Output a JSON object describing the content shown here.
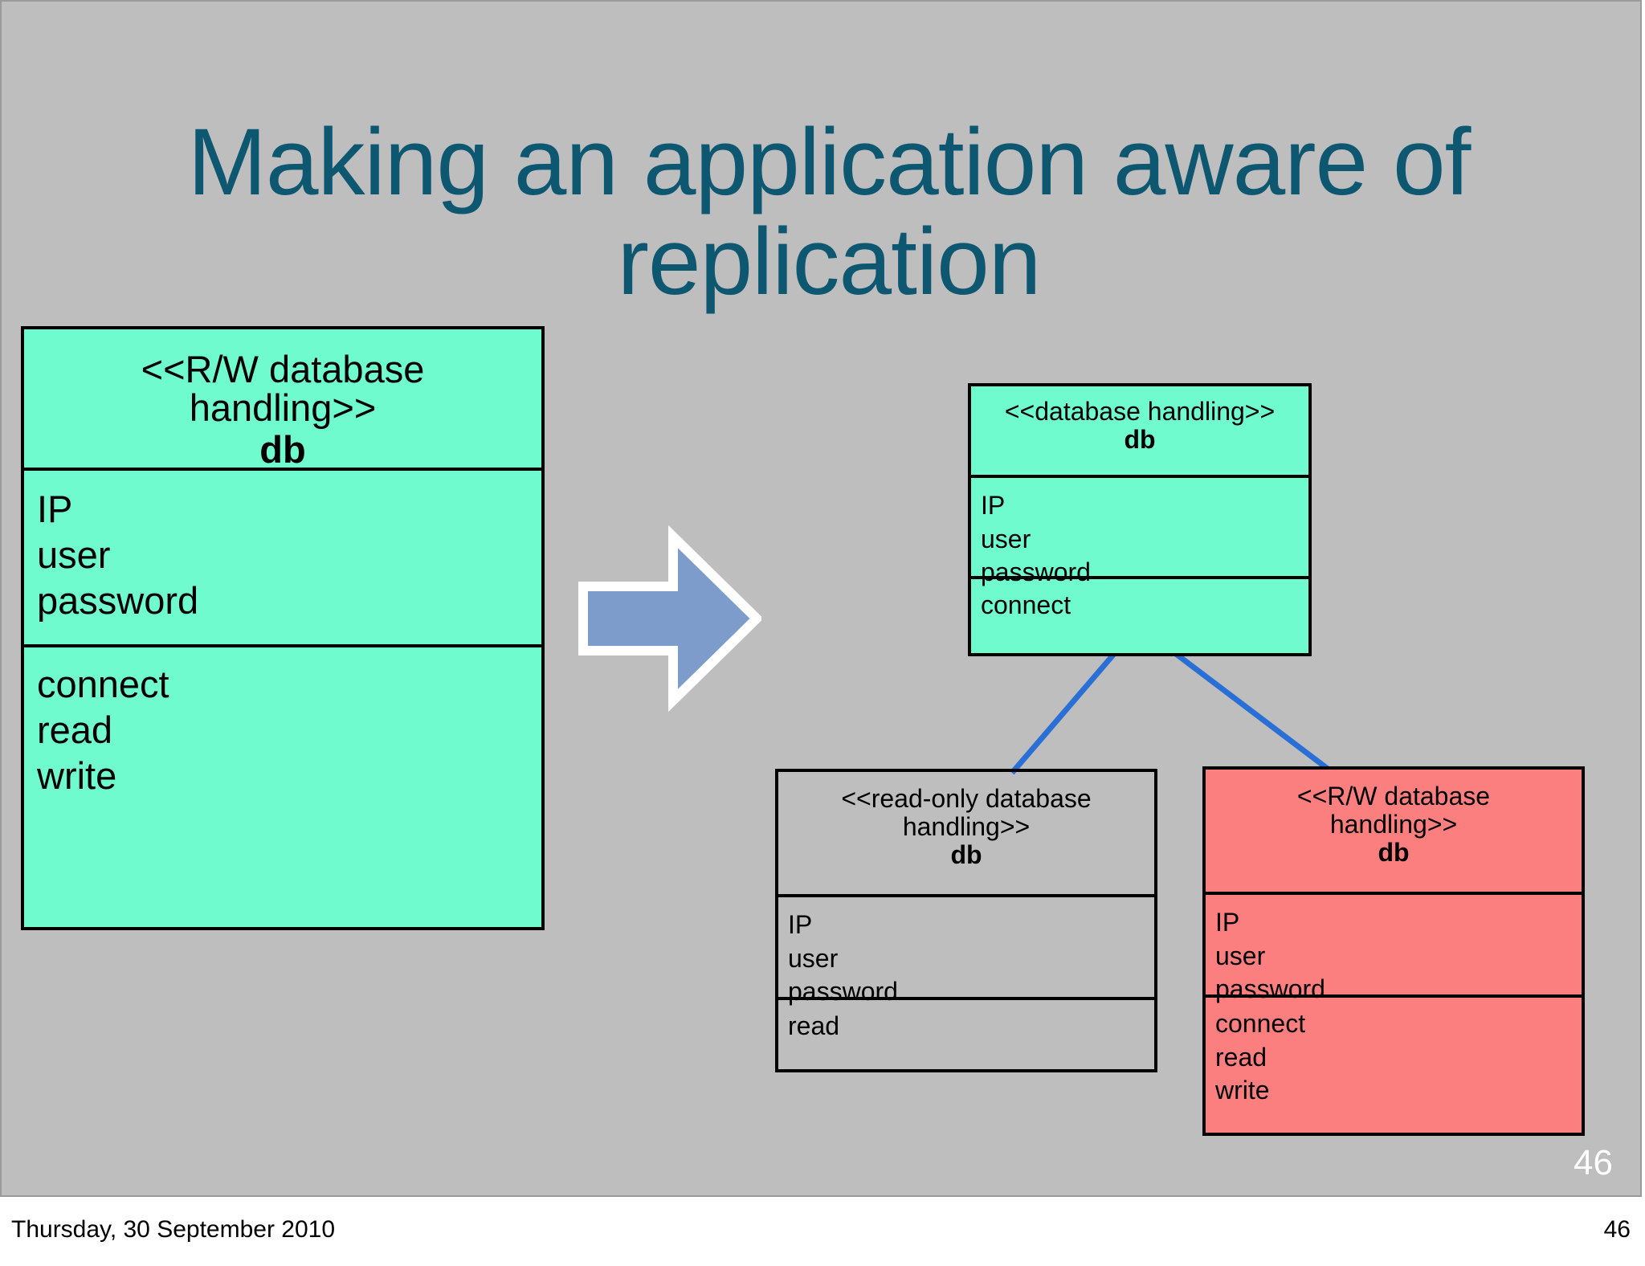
{
  "slide": {
    "title_line1": "Making an application aware of",
    "title_line2": "replication",
    "title_color": "#0e5771",
    "background_color": "#bebebe",
    "page_number": "46"
  },
  "footer": {
    "date": "Thursday, 30 September 2010",
    "page_number": "46"
  },
  "colors": {
    "green_fill": "#6ffbce",
    "red_fill": "#fc7f7f",
    "plain_fill": "transparent",
    "border": "#000000",
    "connector_blue": "#2a6fd6",
    "arrow_fill": "#7e9ccb",
    "arrow_outline": "#ffffff"
  },
  "diagram": {
    "type": "uml-class-diagram",
    "arrow": {
      "icon": "right-arrow-icon",
      "direction": "right"
    },
    "boxes": {
      "rw_left": {
        "stereotype": "<<R/W database",
        "stereotype_line2": "handling>>",
        "class_name": "db",
        "attributes": [
          "IP",
          "user",
          "password"
        ],
        "operations": [
          "connect",
          "read",
          "write"
        ],
        "fill": "green"
      },
      "base": {
        "stereotype": "<<database handling>>",
        "class_name": "db",
        "attributes": [
          "IP",
          "user",
          "password"
        ],
        "operations": [
          "connect"
        ],
        "fill": "green"
      },
      "readonly": {
        "stereotype": "<<read-only database",
        "stereotype_line2": "handling>>",
        "class_name": "db",
        "attributes": [
          "IP",
          "user",
          "password"
        ],
        "operations": [
          "read"
        ],
        "fill": "plain"
      },
      "rw_right": {
        "stereotype": "<<R/W database",
        "stereotype_line2": "handling>>",
        "class_name": "db",
        "attributes": [
          "IP",
          "user",
          "password"
        ],
        "operations": [
          "connect",
          "read",
          "write"
        ],
        "fill": "red"
      }
    },
    "connectors": [
      {
        "from": "base",
        "to": "readonly"
      },
      {
        "from": "base",
        "to": "rw_right"
      }
    ]
  }
}
